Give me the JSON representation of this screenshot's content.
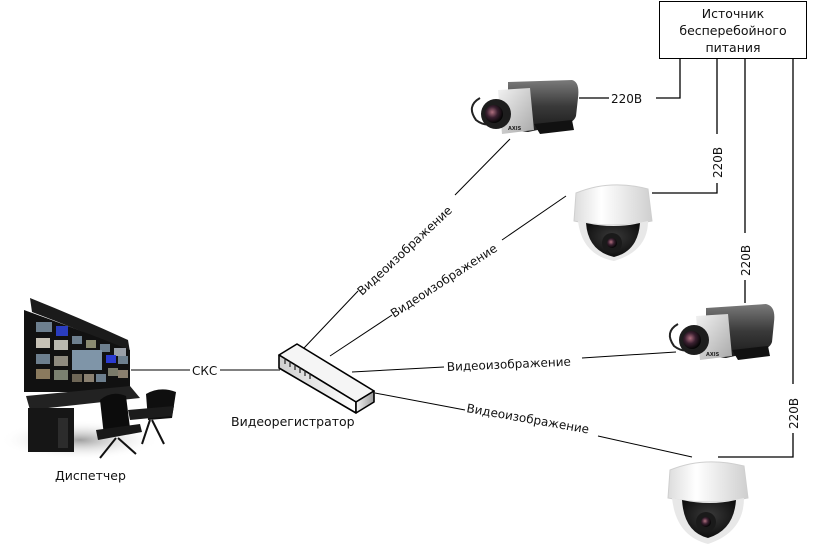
{
  "diagram": {
    "title": "Video surveillance system connection diagram",
    "ups": {
      "lines": [
        "Источник",
        "бесперебойного",
        "питания"
      ]
    },
    "dispatcher": {
      "label": "Диспетчер",
      "icon": "control-room-console"
    },
    "recorder": {
      "label": "Видеорегистратор",
      "icon": "network-video-recorder"
    },
    "connections": {
      "dispatcher_to_recorder": "СКС",
      "video_links": [
        "Видеоизображение",
        "Видеоизображение",
        "Видеоизображение",
        "Видеоизображение"
      ],
      "power_links": [
        "220В",
        "220В",
        "220В",
        "220В"
      ]
    },
    "cameras": [
      {
        "type": "box-camera",
        "brand": "AXIS"
      },
      {
        "type": "dome-camera"
      },
      {
        "type": "box-camera",
        "brand": "AXIS"
      },
      {
        "type": "dome-camera"
      }
    ]
  }
}
